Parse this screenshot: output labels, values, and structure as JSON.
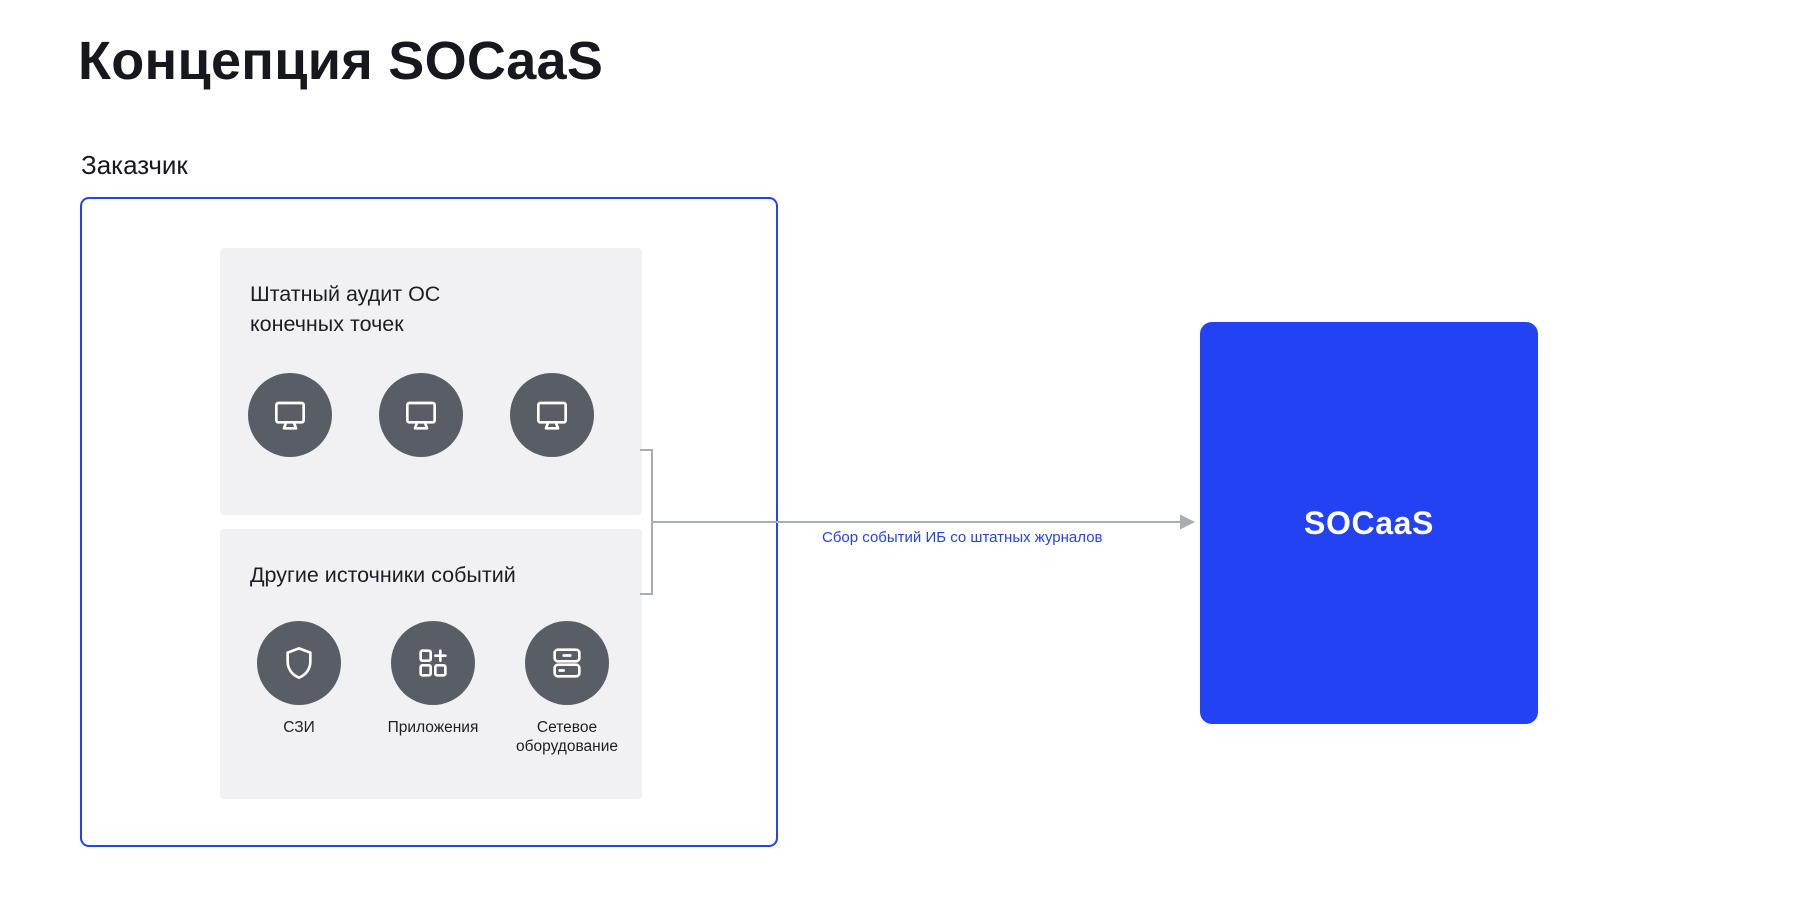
{
  "page": {
    "title": "Концепция SOCaaS"
  },
  "customer": {
    "label": "Заказчик",
    "panels": [
      {
        "title": "Штатный аудит ОС конечных точек",
        "icons": [
          "monitor-icon",
          "monitor-icon",
          "monitor-icon"
        ]
      },
      {
        "title": "Другие источники событий",
        "items": [
          {
            "icon": "shield-icon",
            "label": "СЗИ"
          },
          {
            "icon": "apps-icon",
            "label": "Приложения"
          },
          {
            "icon": "network-equipment-icon",
            "label": "Сетевое оборудование"
          }
        ]
      }
    ]
  },
  "flow": {
    "arrow_label": "Сбор событий ИБ со штатных журналов"
  },
  "socaas": {
    "label": "SOCaaS"
  },
  "colors": {
    "accent": "#2342f4",
    "panel_bg": "#f1f1f4",
    "circle_bg": "#585d66",
    "arrow": "#a8adb4",
    "text": "#16181d"
  }
}
